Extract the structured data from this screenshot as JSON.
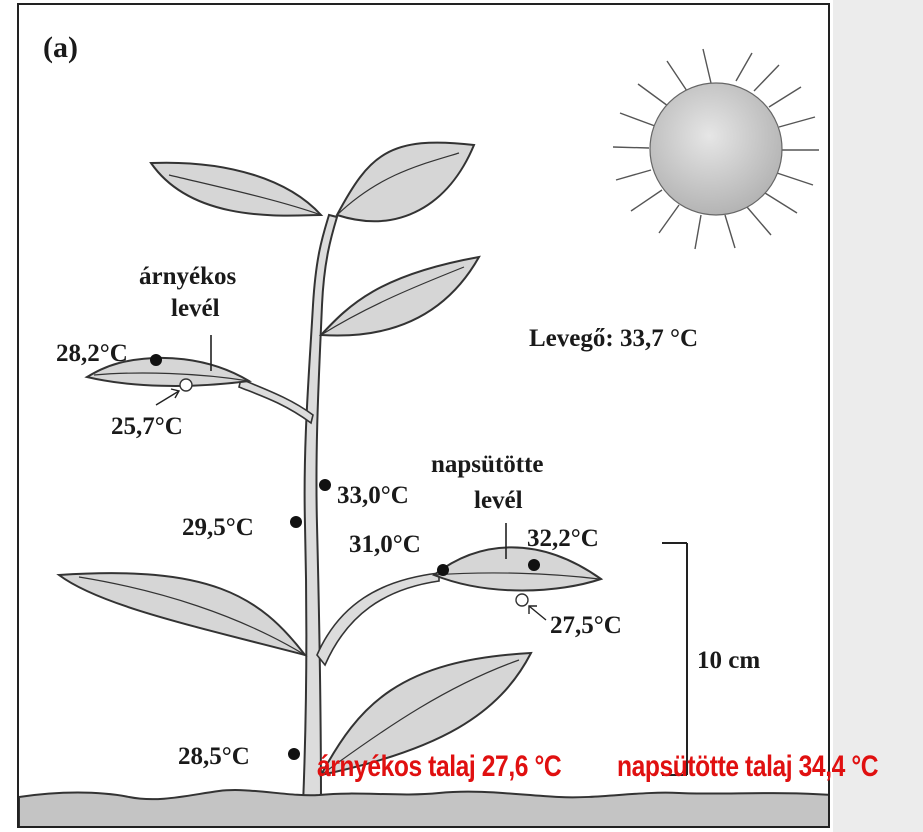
{
  "figure": {
    "panel_label": "(a)",
    "air_temperature": "Levegő: 33,7 °C",
    "shaded_leaf": {
      "label_line1": "árnyékos",
      "label_line2": "levél",
      "upper_temp": "28,2°C",
      "lower_temp": "25,7°C"
    },
    "sunlit_leaf": {
      "label_line1": "napsütötte",
      "label_line2": "levél",
      "base_temp": "31,0°C",
      "upper_temp": "32,2°C",
      "lower_temp": "27,5°C"
    },
    "stem": {
      "upper_temp": "33,0°C",
      "middle_temp": "29,5°C",
      "base_temp": "28,5°C"
    },
    "scale_bar": "10 cm",
    "soil": {
      "shaded": "árnyékos talaj 27,6 °C",
      "sunlit": "napsütötte talaj 34,4 °C"
    }
  },
  "colors": {
    "leaf_fill": "#d6d6d6",
    "outline": "#333333",
    "soil": "#c4c4c4",
    "sun": "#cfcfcf",
    "annotation_red": "#e01010",
    "right_strip": "#ececec"
  }
}
